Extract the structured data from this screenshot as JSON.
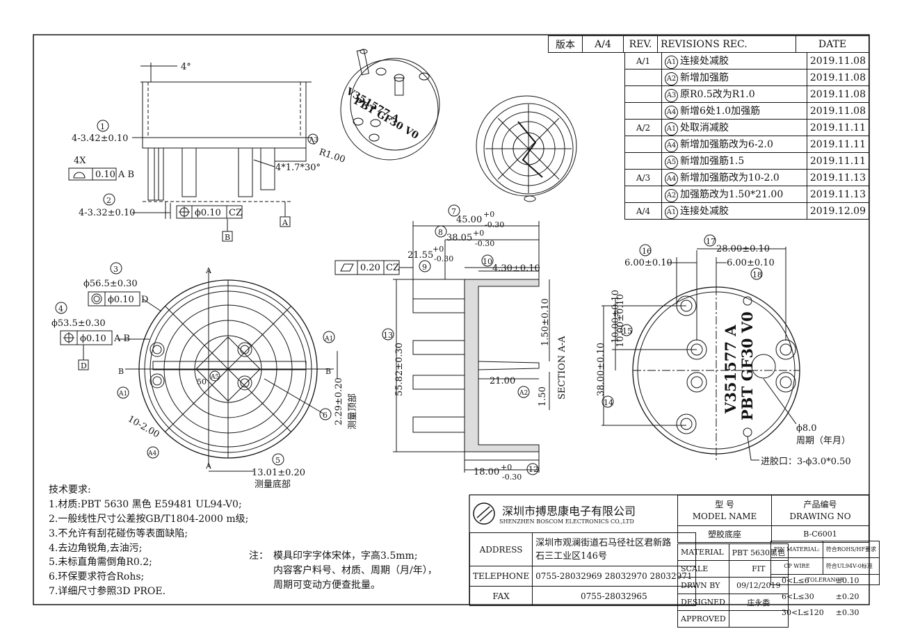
{
  "revision_table": {
    "version_label": "版本",
    "version_value": "A/4",
    "headers": {
      "rev": "REV.",
      "records": "REVISIONS REC.",
      "date": "DATE"
    },
    "rows": [
      {
        "rev": "A/1",
        "mark": "A1",
        "text": "连接处减胶",
        "date": "2019.11.08"
      },
      {
        "rev": "",
        "mark": "A2",
        "text": "新增加强筋",
        "date": "2019.11.08"
      },
      {
        "rev": "",
        "mark": "A3",
        "text": "原R0.5改为R1.0",
        "date": "2019.11.08"
      },
      {
        "rev": "",
        "mark": "A4",
        "text": "新增6处1.0加强筋",
        "date": "2019.11.08"
      },
      {
        "rev": "A/2",
        "mark": "A1",
        "text": "处取消减胶",
        "date": "2019.11.11"
      },
      {
        "rev": "",
        "mark": "A4",
        "text": "新增加强筋改为6-2.0",
        "date": "2019.11.11"
      },
      {
        "rev": "",
        "mark": "A5",
        "text": "新增加强筋1.5",
        "date": "2019.11.11"
      },
      {
        "rev": "A/3",
        "mark": "A4",
        "text": "新增加强筋改为10-2.0",
        "date": "2019.11.13"
      },
      {
        "rev": "",
        "mark": "A2",
        "text": "加强筋改为1.50*21.00",
        "date": "2019.11.13"
      },
      {
        "rev": "A/4",
        "mark": "A1",
        "text": "连接处减胶",
        "date": "2019.12.09"
      }
    ]
  },
  "side_view": {
    "angle": "4°",
    "c1": "1",
    "d1": "4-3.42±0.10",
    "c2": "2",
    "d2": "4-3.32±0.10",
    "tol_4x": "4X",
    "profile_val": "0.10",
    "profile_ref": "A B",
    "pos_val": "ϕ0.10",
    "pos_ref": "CZ",
    "chamfer": "4*1.7*30°",
    "radius": "R1.00",
    "a3": "A3",
    "datum_a": "A",
    "datum_b": "B"
  },
  "iso_text": {
    "line1": "V351577 A",
    "line2": "PBT GF30 V0"
  },
  "bottom_view": {
    "c3": "3",
    "d3": "ϕ56.5±0.30",
    "conc_val": "ϕ0.10",
    "conc_ref": "D",
    "c4": "4",
    "d4": "ϕ53.5±0.30",
    "pos4_val": "ϕ0.10",
    "pos4_ref": "A B",
    "datum_d": "D",
    "sec_a": "A",
    "sec_b": "B",
    "a1": "A1",
    "a5": "A5",
    "a4": "A4",
    "r50": "50",
    "rib": "10-2.00",
    "c5": "5",
    "d5": "13.01±0.20",
    "d5_note": "测量底部",
    "c6": "6",
    "d6": "2.29±0.20",
    "d6_note": "测量顶部"
  },
  "section_view": {
    "c7": "7",
    "d7": "45.00",
    "d7_up": "+0",
    "d7_lo": "-0.30",
    "c8": "8",
    "d8": "38.05",
    "d8_up": "+0",
    "d8_lo": "-0.30",
    "c9": "9",
    "d9": "21.55",
    "d9_up": "+0",
    "d9_lo": "-0.30",
    "c10": "10",
    "d10": "4.30±0.10",
    "flat_val": "0.20",
    "flat_ref": "CZ",
    "c13": "13",
    "d13": "55.82±0.30",
    "d_150a": "1.50±0.10",
    "d_2100": "21.00",
    "d_150b": "1.50",
    "a2": "A2",
    "section_label": "SECTION A-A",
    "c12": "12",
    "d12": "18.00",
    "d12_up": "+0",
    "d12_lo": "-0.30"
  },
  "top_view": {
    "c16": "16",
    "d16": "6.00±0.10",
    "c17": "17",
    "d17": "28.00±0.10",
    "d17b": "6.00±0.10",
    "c18": "18",
    "c15": "15",
    "d15a": "10.00±0.10",
    "d15b": "10.00±0.10",
    "c14": "14",
    "d14": "38.00±0.10",
    "text1": "V351577 A",
    "text2": "PBT GF30 V0",
    "hole": "ϕ8.0",
    "hole_note": "周期（年月）",
    "gate": "进胶口：3-ϕ3.0*0.50"
  },
  "tech": {
    "title": "技术要求:",
    "items": [
      "1.材质:PBT 5630  黑色  E59481  UL94-V0;",
      "2.一般线性尺寸公差按GB/T1804-2000 m级;",
      "3.不允许有刮花碰伤等表面缺陷;",
      "4.去边角锐角,去油污;",
      "5.未标直角需倒角R0.2;",
      "6.环保要求符合Rohs;",
      "7.详细尺寸参照3D PROE."
    ]
  },
  "note": {
    "label": "注：",
    "lines": [
      "模具印字字体宋体，字高3.5mm;",
      "内容客户料号、材质、周期（月/年），",
      "周期可变动方便查批量。"
    ]
  },
  "title_block": {
    "company_cn": "深圳市搏思康电子有限公司",
    "company_en": "SHENZHEN BOSCOM ELECTRONICS CO.,LTD",
    "address_label": "ADDRESS",
    "address_1": "深圳市观澜街道石马径社区君新路",
    "address_2": "石三工业区146号",
    "tel_label": "TELEPHONE",
    "tel": "0755-28032969 28032970 28032971",
    "fax_label": "FAX",
    "fax": "0755-28032965",
    "model_cn": "型    号",
    "model_en": "MODEL NAME",
    "model_value": "塑胶底座",
    "product_cn": "产品编号",
    "product_en": "DRAWING NO",
    "product_value": "B-C6001",
    "material_label": "MATERIAL",
    "material_value": "PBT 5630黑色",
    "scale_label": "SCALE",
    "scale_value": "FIT",
    "drwn_label": "DRWN BY",
    "drwn_value": "09/12/2019",
    "designed_label": "DESIGNED",
    "designed_value": "庄永委",
    "approved_label": "APPROVED",
    "pin_label": "PIN MATERIAL:",
    "pin_value": "符合ROHS/HF要求",
    "wire_label": "CP WIRE",
    "wire_value": "符合UL94V-0标准",
    "tolerance": "TOLERANCE",
    "tol_rows": [
      {
        "range": "0<L≤6",
        "value": "±0.10"
      },
      {
        "range": "6<L≤30",
        "value": "±0.20"
      },
      {
        "range": "30<L≤120",
        "value": "±0.30"
      }
    ]
  }
}
